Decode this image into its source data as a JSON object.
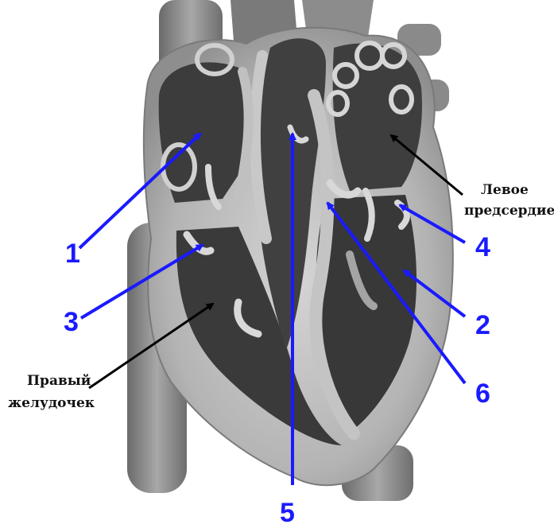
{
  "labels": {
    "n1": "1",
    "n2": "2",
    "n3": "3",
    "n4": "4",
    "n5": "5",
    "n6": "6",
    "left_atrium_line1": "Левое",
    "left_atrium_line2": "предсердие",
    "right_ventricle_line1": "Правый",
    "right_ventricle_line2": "желудочек"
  },
  "colors": {
    "pointer_blue": "#1a1aff",
    "pointer_black": "#000000",
    "chamber_dark": "#3a3a3a",
    "wall_light": "#b8b8b8",
    "vessel_gray": "#8a8a8a"
  }
}
